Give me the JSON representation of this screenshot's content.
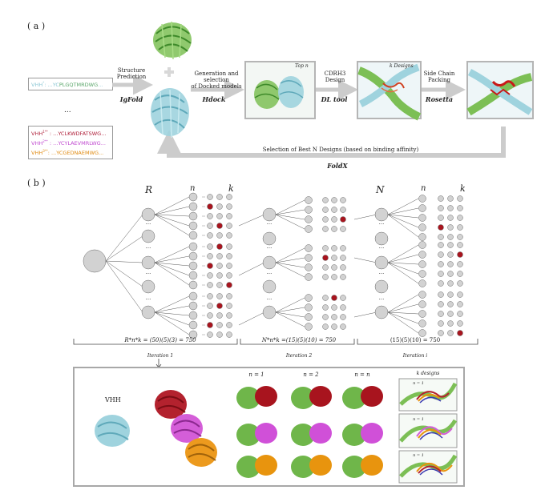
{
  "panel_a": {
    "label": "( a )",
    "vhh_seq": {
      "prefix": "VHH",
      "sup": "*",
      "colon": ": ...",
      "head": "YC",
      "body": "PLGQTMRDWG",
      "tail": "..."
    },
    "dots": "...",
    "variants": [
      {
        "prefix": "VHH",
        "sup": "1**",
        "colon": " : ...",
        "body": "YCLKWDFATSWG",
        "tail": "...",
        "color": "#b0203a"
      },
      {
        "prefix": "VHH",
        "sup": "2**",
        "colon": " : ...",
        "body": "YCYLAEVMRLWG",
        "tail": "...",
        "color": "#c04ad0"
      },
      {
        "prefix": "VHH",
        "sup": "3**",
        "colon": ": ...",
        "body": "YCGEDNAEMWG",
        "tail": "...",
        "color": "#e08a10"
      }
    ],
    "step1": {
      "label": "Structure\nPrediction",
      "tool": "IgFold"
    },
    "step2": {
      "label": "Generation and selection\nof Docked models",
      "tool": "Hdock"
    },
    "box1_tag": "Top n",
    "step3": {
      "label": "CDRH3\nDesign",
      "tool": "DL tool"
    },
    "box2_tag": "k Designs",
    "step4": {
      "label": "Side Chain\nPacking",
      "tool": "Rosetta"
    },
    "feedback": {
      "label": "Selection of Best N Designs (based on binding affinity)",
      "tool": "FoldX"
    }
  },
  "panel_b": {
    "label": "( b )",
    "headers": {
      "R": "R",
      "n1": "n",
      "k1": "k",
      "N": "N",
      "n2": "n",
      "k2": "k"
    },
    "iterations": [
      {
        "formula": "R*n*k = (50)(5)(3) = 750",
        "name": "Iteration 1"
      },
      {
        "formula": "N*n*k =(15)(5)(10) = 750",
        "name": "Iteration 2"
      },
      {
        "formula": "(15)(5)(10) = 750",
        "name": "Iteration i"
      }
    ]
  },
  "bottom": {
    "vhh_label": "VHH",
    "col_labels": [
      "n = 1",
      "n = 2",
      "n = n"
    ],
    "k_designs": "k designs",
    "k_sub": "n = 1"
  },
  "colors": {
    "vhh": "#8cc7d4",
    "target": "#6fb64a",
    "red": "#a8141e",
    "magenta": "#d050d8",
    "orange": "#e8940e",
    "arrow": "#cccccc",
    "node": "#cfcfcf"
  }
}
